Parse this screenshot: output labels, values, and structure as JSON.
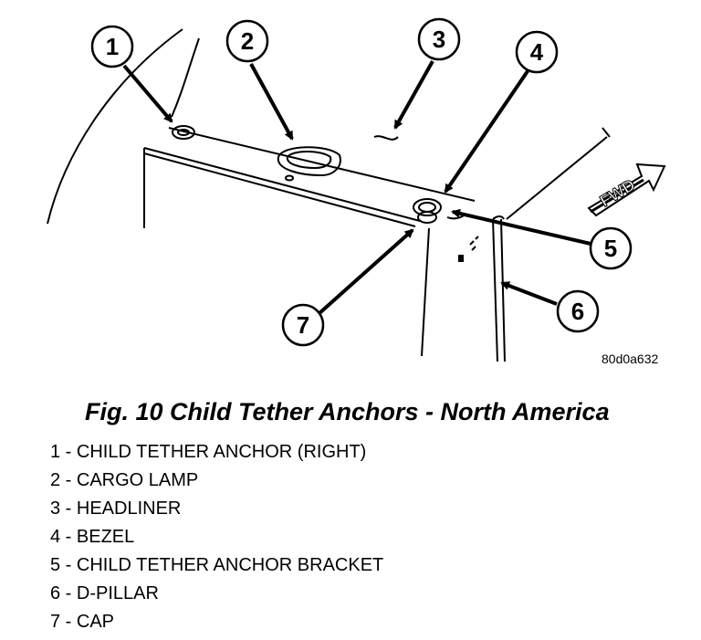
{
  "figure": {
    "image_code": "80d0a632",
    "fwd_label": "FWD",
    "callouts": [
      "1",
      "2",
      "3",
      "4",
      "5",
      "6",
      "7"
    ]
  },
  "caption": "Fig. 10 Child Tether Anchors - North America",
  "legend": [
    "1 - CHILD TETHER ANCHOR (RIGHT)",
    "2 - CARGO LAMP",
    "3 - HEADLINER",
    "4 - BEZEL",
    "5 - CHILD TETHER ANCHOR BRACKET",
    "6 - D-PILLAR",
    "7 - CAP"
  ]
}
